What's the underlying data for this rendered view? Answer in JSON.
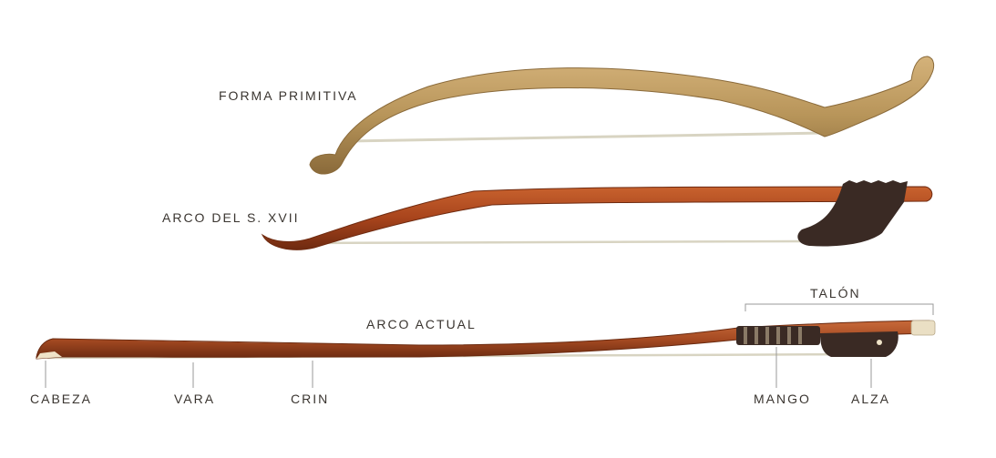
{
  "labels": {
    "forma_primitiva": "FORMA PRIMITIVA",
    "arco_xvii": "ARCO DEL S. XVII",
    "arco_actual": "ARCO ACTUAL",
    "talon": "TALÓN",
    "cabeza": "CABEZA",
    "vara": "VARA",
    "crin": "CRIN",
    "mango": "MANGO",
    "alza": "ALZA"
  },
  "colors": {
    "primitive_wood": "#b8955a",
    "primitive_wood_dark": "#8a6a3a",
    "baroque_wood": "#a8441c",
    "baroque_wood_dark": "#6e2a10",
    "modern_wood": "#a54a22",
    "modern_wood_dark": "#6a2a10",
    "hair": "#d8d4c2",
    "frog": "#3a2a24",
    "leader_line": "#9a9a9a",
    "text": "#3a3530"
  }
}
